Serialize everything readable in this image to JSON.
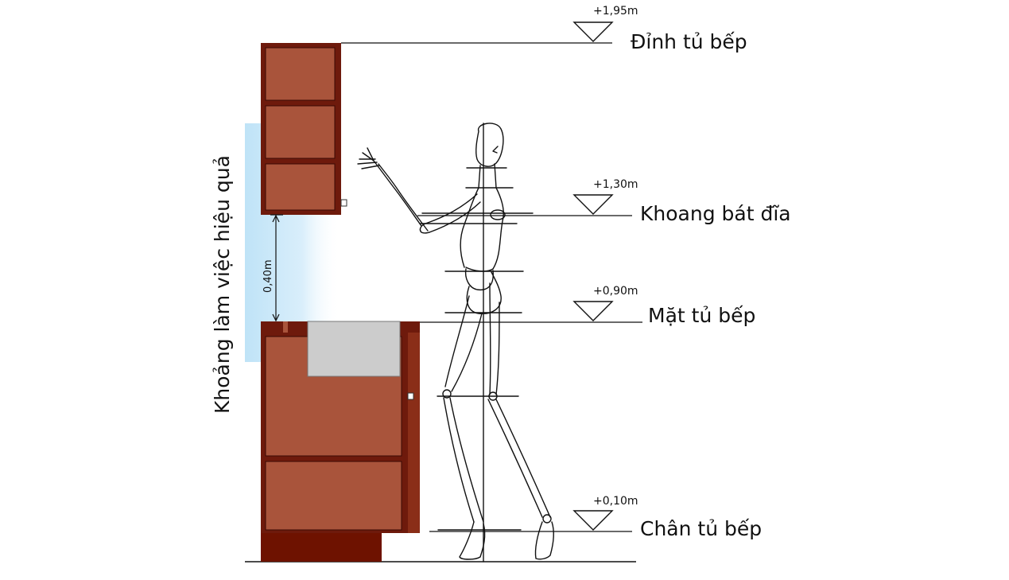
{
  "levels": [
    {
      "value": "+1,95m",
      "name": "Đỉnh tủ bếp"
    },
    {
      "value": "+1,30m",
      "name": "Khoang bát đĩa"
    },
    {
      "value": "+0,90m",
      "name": "Mặt tủ bếp"
    },
    {
      "value": "+0,10m",
      "name": "Chân tủ bếp"
    }
  ],
  "work_zone_label": "Khoảng làm việc hiệu quả",
  "gap_value": "0,40m",
  "colors": {
    "cabinet_frame": "#6e1a0c",
    "cabinet_panel": "#a9543b",
    "plinth": "#6e1200",
    "sink": "#cccccc",
    "work_zone": "#cfe9f8",
    "line": "#111111"
  }
}
